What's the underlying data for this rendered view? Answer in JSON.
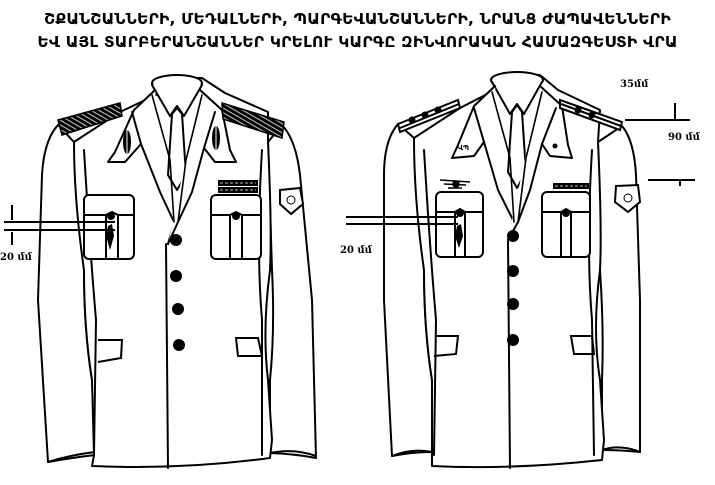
{
  "title": {
    "line1": "ՇՔԱՆՇԱՆՆԵՐԻ, ՄԵԴԱԼՆԵՐԻ, ՊԱՐԳԵՎԱՆՇԱՆՆԵՐԻ, ՆՐԱՆՑ ԺԱՊԱՎԵՆՆԵՐԻ",
    "line2": "ԵՎ ԱՅԼ ՏԱՐԲԵՐԱՆՇԱՆՆԵՐ ԿՐԵԼՈՒ ԿԱՐԳԸ ԶԻՆՎՈՐԱԿԱՆ ՀԱՄԱԶԳԵՍՏԻ ՎՐԱ"
  },
  "figures": [
    {
      "name": "left-jacket",
      "description": "Officer jacket with embroidered shoulder boards, collar leaf insignia, medal bars and sleeve emblem",
      "measurements": [
        {
          "id": "pocket-offset",
          "label": "20 մմ"
        }
      ]
    },
    {
      "name": "right-jacket",
      "description": "Jacket with shoulder boards, collar badges, wing badge, medal bar and sleeve emblem",
      "measurements": [
        {
          "id": "top-offset",
          "label": "35մմ"
        },
        {
          "id": "sleeve-emblem-offset",
          "label": "90 մմ"
        },
        {
          "id": "pocket-offset",
          "label": "20 մմ"
        }
      ]
    }
  ],
  "colors": {
    "ink": "#000000",
    "paper": "#ffffff"
  }
}
